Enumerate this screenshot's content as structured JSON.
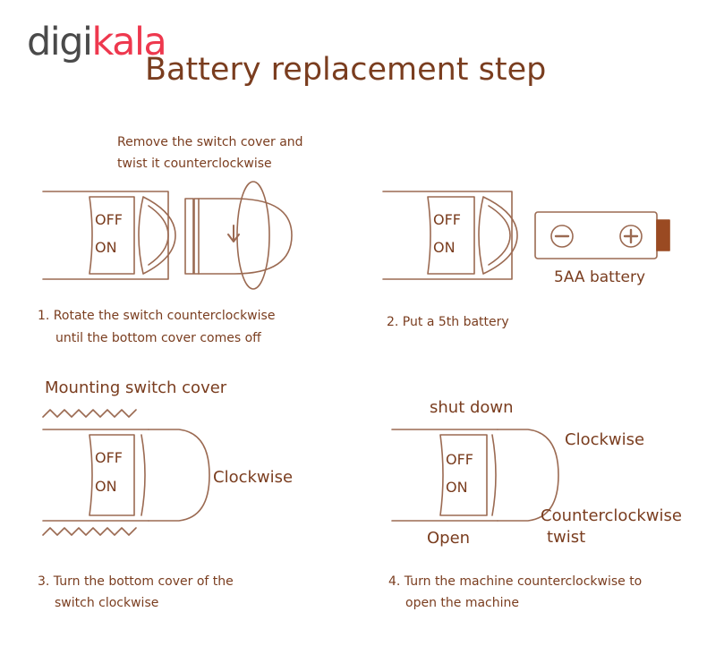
{
  "logo": {
    "part1": "digi",
    "part2": "kala"
  },
  "title": "Battery replacement step",
  "colors": {
    "line": "#9b6a52",
    "text": "#7a3d1f",
    "accent": "#ee384e",
    "terminal": "#9a4a22"
  },
  "step1": {
    "note_line1": "Remove the switch cover and",
    "note_line2": "twist it counterclockwise",
    "switch_off": "OFF",
    "switch_on": "ON",
    "caption_line1": "1. Rotate the switch counterclockwise",
    "caption_line2": "until the bottom cover comes off"
  },
  "step2": {
    "switch_off": "OFF",
    "switch_on": "ON",
    "battery_label": "5AA battery",
    "minus_icon": "⊖",
    "plus_icon": "⊕",
    "caption": "2. Put a 5th battery"
  },
  "step3": {
    "heading": "Mounting switch cover",
    "switch_off": "OFF",
    "switch_on": "ON",
    "direction": "Clockwise",
    "caption_line1": "3. Turn the bottom cover of the",
    "caption_line2": "switch clockwise"
  },
  "step4": {
    "shut_down": "shut down",
    "clockwise": "Clockwise",
    "switch_off": "OFF",
    "switch_on": "ON",
    "ccw_line1": "Counterclockwise",
    "ccw_line2": "twist",
    "open": "Open",
    "caption_line1": "4. Turn the machine counterclockwise to",
    "caption_line2": "open the machine"
  }
}
